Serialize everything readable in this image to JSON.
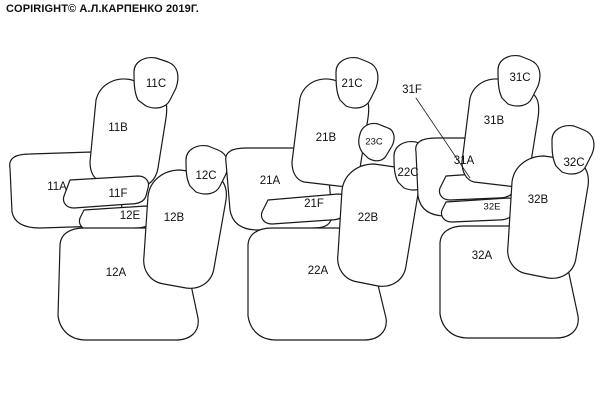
{
  "copyright": "COPIRIGHT© А.Л.КАРПЕНКО 2019Г.",
  "labels": {
    "s11C": "11C",
    "s11B": "11B",
    "s11A": "11A",
    "s11F": "11F",
    "s12E": "12E",
    "s12C": "12C",
    "s12B": "12B",
    "s12A": "12A",
    "s21C": "21C",
    "s21B": "21B",
    "s21A": "21A",
    "s21F": "21F",
    "s22C": "22C",
    "s22B": "22B",
    "s22A": "22A",
    "s23C": "23C",
    "s31F": "31F",
    "s31C": "31C",
    "s31B": "31B",
    "s31A": "31A",
    "s32C": "32C",
    "s32E": "32E",
    "s32B": "32B",
    "s32A": "32A"
  }
}
